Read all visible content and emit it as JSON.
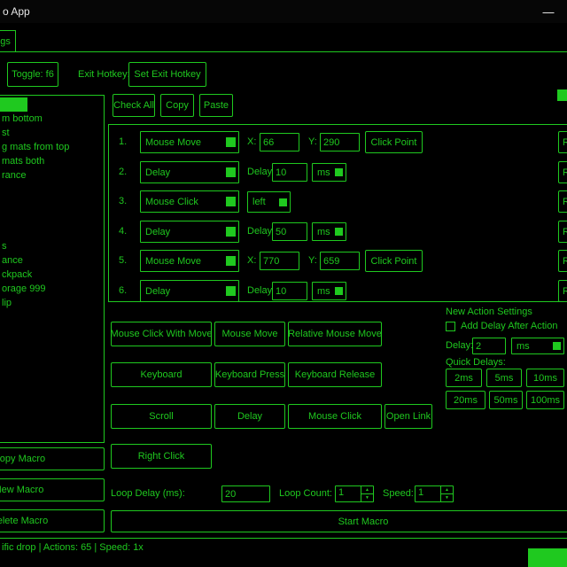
{
  "colors": {
    "accent": "#1fc91f",
    "background": "#000000",
    "title_text": "#e6e6e6"
  },
  "titlebar": {
    "title": "o App",
    "minimize": "—"
  },
  "menu": {
    "settings_tab": "Settings"
  },
  "hotkey_bar": {
    "toggle_button": "Toggle: f6",
    "exit_hotkey_label": "Exit Hotkey:",
    "set_exit_hotkey_button": "Set Exit Hotkey"
  },
  "macro_list": {
    "items": [
      "",
      "m bottom",
      "st",
      "g mats from top",
      "mats both",
      "rance",
      "",
      "",
      "",
      "",
      "s",
      "ance",
      "ckpack",
      "orage 999",
      "lip"
    ]
  },
  "macro_buttons": {
    "copy": "Copy Macro",
    "new": "New Macro",
    "delete": "Delete Macro"
  },
  "action_toolbar": {
    "check_all": "Check All",
    "copy": "Copy",
    "paste": "Paste"
  },
  "action_list_labels": {
    "remove": "Remove"
  },
  "action_rows": [
    {
      "num": "1.",
      "type": "Mouse Move",
      "x_label": "X:",
      "x_value": "66",
      "y_label": "Y:",
      "y_value": "290",
      "click_point": "Click Point"
    },
    {
      "num": "2.",
      "type": "Delay",
      "delay_label": "Delay",
      "delay_value": "10",
      "unit": "ms"
    },
    {
      "num": "3.",
      "type": "Mouse Click",
      "option": "left"
    },
    {
      "num": "4.",
      "type": "Delay",
      "delay_label": "Delay",
      "delay_value": "50",
      "unit": "ms"
    },
    {
      "num": "5.",
      "type": "Mouse Move",
      "x_label": "X:",
      "x_value": "770",
      "y_label": "Y:",
      "y_value": "659",
      "click_point": "Click Point"
    },
    {
      "num": "6.",
      "type": "Delay",
      "delay_label": "Delay",
      "delay_value": "10",
      "unit": "ms"
    }
  ],
  "add_action_buttons": {
    "r1": [
      "Mouse Click With Move",
      "Mouse Move",
      "Relative Mouse Move"
    ],
    "r2": [
      "Keyboard",
      "Keyboard Press",
      "Keyboard Release"
    ],
    "r3": [
      "Scroll",
      "Delay",
      "Mouse Click",
      "Open Link"
    ],
    "r4": [
      "Right Click"
    ]
  },
  "new_action_settings": {
    "title": "New Action Settings",
    "add_delay_checkbox_label": "Add Delay After Action",
    "delay_label": "Delay:",
    "delay_value": "2",
    "delay_unit": "ms",
    "quick_delays_label": "Quick Delays:",
    "quick_delay_buttons": [
      "2ms",
      "5ms",
      "10ms",
      "20ms",
      "50ms",
      "100ms"
    ]
  },
  "loop_controls": {
    "loop_delay_label": "Loop Delay (ms):",
    "loop_delay_value": "20",
    "loop_count_label": "Loop Count:",
    "loop_count_value": "1",
    "speed_label": "Speed:",
    "speed_value": "1"
  },
  "start_button_label": "Start Macro",
  "status_bar": {
    "text": "ific drop | Actions: 65 | Speed: 1x"
  },
  "icons": {
    "spinner_up": "▲",
    "spinner_down": "▼"
  }
}
